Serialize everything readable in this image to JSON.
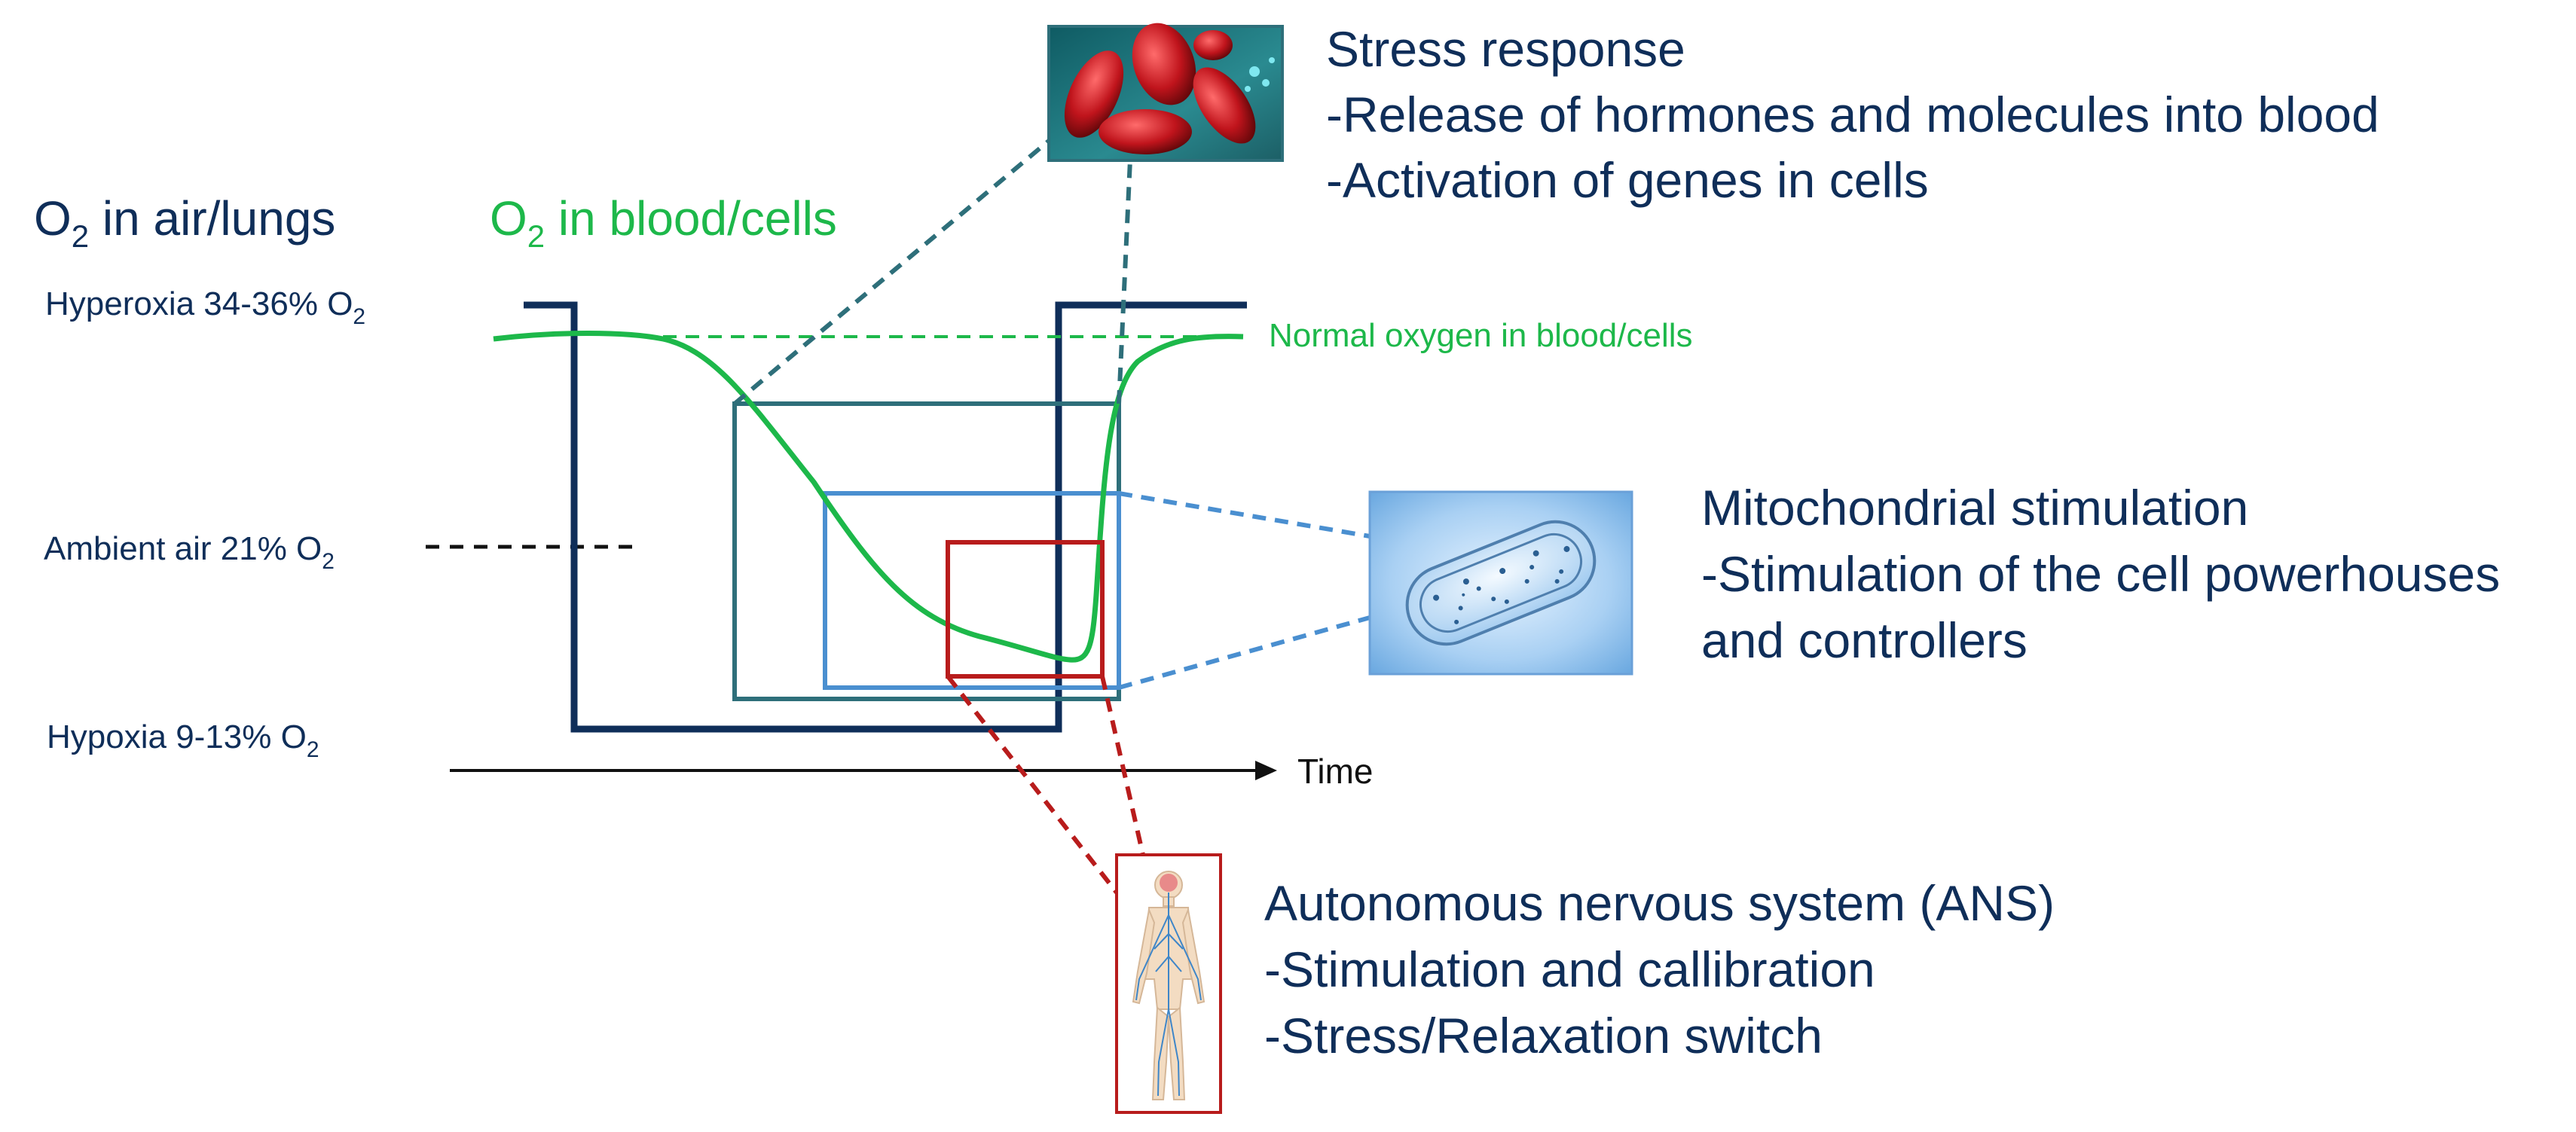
{
  "left_axis": {
    "o2_air_label": {
      "main": "O",
      "sub": "2",
      "rest": " in air/lungs"
    },
    "o2_blood_label": {
      "main": "O",
      "sub": "2",
      "rest": " in blood/cells"
    },
    "levels": [
      {
        "text": "Hyperoxia 34-36% O",
        "sub": "2"
      },
      {
        "text": "Ambient air 21% O",
        "sub": "2"
      },
      {
        "text": "Hypoxia 9-13% O",
        "sub": "2"
      }
    ],
    "time_label": "Time",
    "normal_oxygen_label": "Normal oxygen in blood/cells"
  },
  "callouts": {
    "stress": {
      "title": "Stress response",
      "lines": [
        "-Release of hormones and molecules into blood",
        "-Activation of genes in cells"
      ],
      "image_icon": "red-blood-cells-icon"
    },
    "mito": {
      "title": "Mitochondrial stimulation",
      "lines": [
        "-Stimulation of the cell powerhouses",
        "and controllers"
      ],
      "image_icon": "mitochondrion-icon"
    },
    "ans": {
      "title": "Autonomous nervous system (ANS)",
      "lines": [
        "-Stimulation and callibration",
        "-Stress/Relaxation switch"
      ],
      "image_icon": "nervous-system-icon"
    }
  },
  "colors": {
    "navy": "#0f2e59",
    "green": "#1db84a",
    "teal": "#2e6f7a",
    "light_blue": "#4a8fd0",
    "red": "#b81c1c"
  }
}
